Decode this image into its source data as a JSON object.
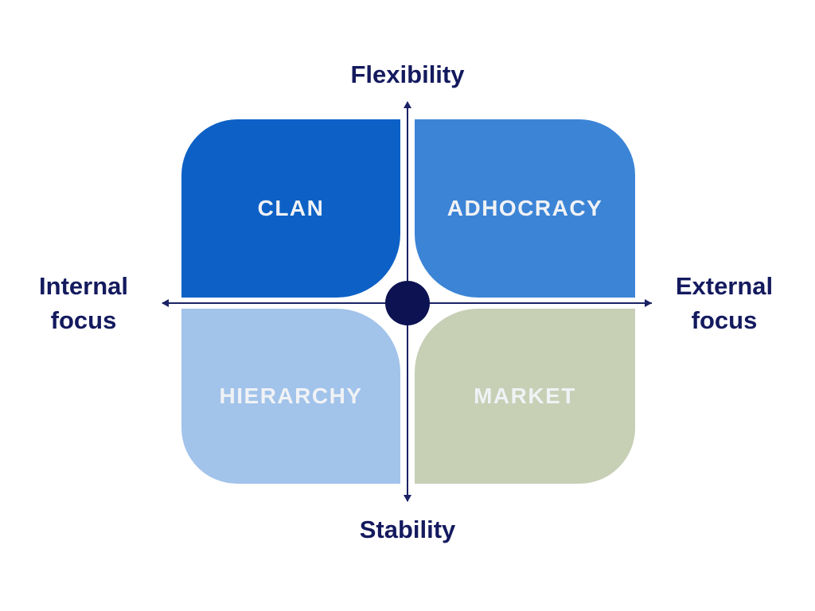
{
  "axes": {
    "top_label": "Flexibility",
    "bottom_label": "Stability",
    "left_label_line1": "Internal",
    "left_label_line2": "focus",
    "right_label_line1": "External",
    "right_label_line2": "focus",
    "axis_color": "#1B2264",
    "label_color": "#141A5E"
  },
  "quadrants": {
    "top_left": {
      "label": "CLAN",
      "color": "#0D61C6"
    },
    "top_right": {
      "label": "ADHOCRACY",
      "color": "#3C84D6"
    },
    "bottom_left": {
      "label": "HIERARCHY",
      "color": "#A2C3EA"
    },
    "bottom_right": {
      "label": "MARKET",
      "color": "#C7CFB5"
    }
  },
  "center": {
    "dot_color": "#0D1252"
  },
  "quadrant_label_color": "#F0F2F5"
}
